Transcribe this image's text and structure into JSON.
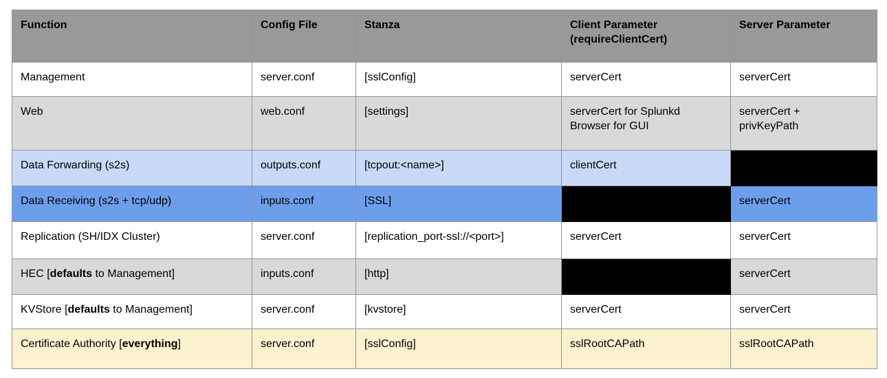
{
  "table": {
    "columns": [
      {
        "label": "Function"
      },
      {
        "label": "Config File"
      },
      {
        "label": "Stanza"
      },
      {
        "label": "Client Parameter\n(requireClientCert)"
      },
      {
        "label": "Server Parameter"
      }
    ],
    "rows": [
      {
        "function": {
          "pre": "Management",
          "bold": "",
          "post": ""
        },
        "config_file": "server.conf",
        "stanza": "[sslConfig]",
        "client_param": "serverCert",
        "server_param": "serverCert"
      },
      {
        "function": {
          "pre": "Web",
          "bold": "",
          "post": ""
        },
        "config_file": "web.conf",
        "stanza": "[settings]",
        "client_param": "serverCert for Splunkd\nBrowser for GUI",
        "server_param": "serverCert +\nprivKeyPath"
      },
      {
        "function": {
          "pre": "Data Forwarding (s2s)",
          "bold": "",
          "post": ""
        },
        "config_file": "outputs.conf",
        "stanza": "[tcpout:<name>]",
        "client_param": "clientCert",
        "server_param": "",
        "server_redacted": true
      },
      {
        "function": {
          "pre": "Data Receiving (s2s + tcp/udp)",
          "bold": "",
          "post": ""
        },
        "config_file": "inputs.conf",
        "stanza": "[SSL]",
        "client_param": "",
        "client_redacted": true,
        "server_param": "serverCert"
      },
      {
        "function": {
          "pre": "Replication (SH/IDX Cluster)",
          "bold": "",
          "post": ""
        },
        "config_file": "server.conf",
        "stanza": "[replication_port-ssl://<port>]",
        "client_param": "serverCert",
        "server_param": "serverCert"
      },
      {
        "function": {
          "pre": "HEC [",
          "bold": "defaults",
          "post": " to Management]"
        },
        "config_file": "inputs.conf",
        "stanza": "[http]",
        "client_param": "",
        "client_redacted": true,
        "server_param": "serverCert"
      },
      {
        "function": {
          "pre": "KVStore [",
          "bold": "defaults",
          "post": " to Management]"
        },
        "config_file": "server.conf",
        "stanza": "[kvstore]",
        "client_param": "serverCert",
        "server_param": "serverCert"
      },
      {
        "function": {
          "pre": "Certificate Authority [",
          "bold": "everything",
          "post": "]"
        },
        "config_file": "server.conf",
        "stanza": "[sslConfig]",
        "client_param": "sslRootCAPath",
        "server_param": "sslRootCAPath"
      }
    ],
    "colors": {
      "header_bg": "#999999",
      "row_white": "#ffffff",
      "row_gray": "#d9d9d9",
      "row_lightblue": "#c9daf8",
      "row_blue": "#6d9eeb",
      "row_yellow": "#fdf2cf",
      "redacted_cell": "#000000",
      "border": "#949494",
      "text": "#000000"
    }
  }
}
